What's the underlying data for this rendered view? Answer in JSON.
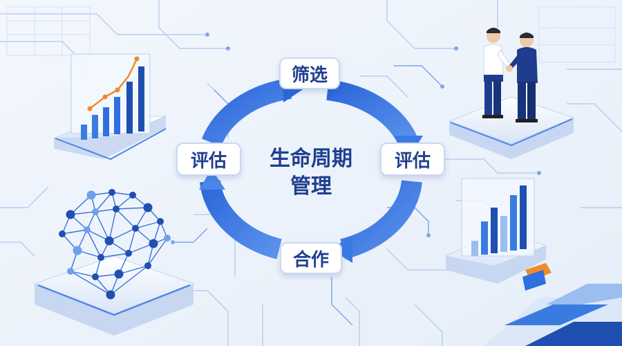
{
  "diagram": {
    "center_title_line1": "生命周期",
    "center_title_line2": "管理",
    "stages": {
      "top": "筛选",
      "right": "评估",
      "bottom": "合作",
      "left": "评估"
    }
  },
  "colors": {
    "background": "#eef3fb",
    "cycle_arrow": "#2f6fe0",
    "cycle_arrow_light": "#6fa0ee",
    "label_text": "#1f3f8f",
    "platform": "#dfe9f8",
    "bar_dark": "#1f4fb0",
    "bar_mid": "#3a7be0",
    "bar_light": "#9cbdf0",
    "trend_line": "#f08a2a"
  },
  "icons": [
    "bar-chart-icon",
    "handshake-icon",
    "network-graph-icon",
    "bar-chart-icon"
  ]
}
